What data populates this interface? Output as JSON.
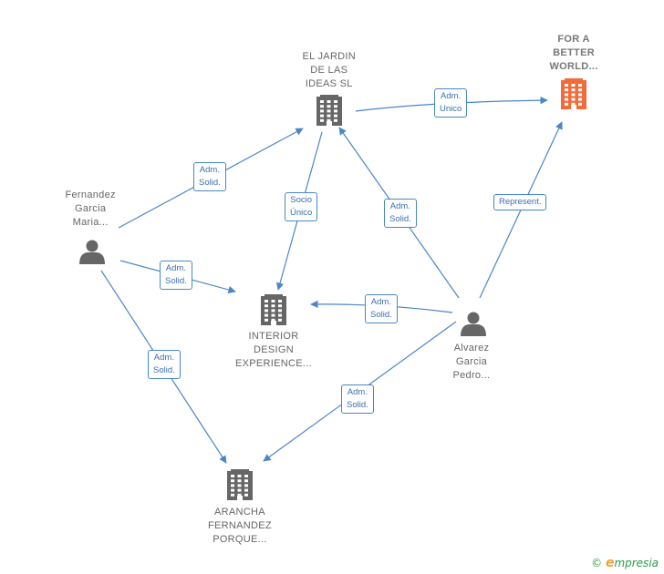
{
  "colors": {
    "edge": "#4a86c8",
    "node": "#666666",
    "highlight": "#f26b3a"
  },
  "nodes": [
    {
      "id": "el_jardin",
      "type": "company",
      "icon": "building-icon",
      "lines": [
        "EL JARDIN",
        "DE LAS",
        "IDEAS  SL"
      ],
      "highlight": false
    },
    {
      "id": "for_a_better",
      "type": "company",
      "icon": "building-icon",
      "lines": [
        "FOR A",
        "BETTER",
        "WORLD..."
      ],
      "highlight": true
    },
    {
      "id": "fernandez",
      "type": "person",
      "icon": "person-icon",
      "lines": [
        "Fernandez",
        "Garcia",
        "Maria..."
      ],
      "highlight": false
    },
    {
      "id": "interior",
      "type": "company",
      "icon": "building-icon",
      "lines": [
        "INTERIOR",
        "DESIGN",
        "EXPERIENCE..."
      ],
      "highlight": false
    },
    {
      "id": "alvarez",
      "type": "person",
      "icon": "person-icon",
      "lines": [
        "Alvarez",
        "Garcia",
        "Pedro..."
      ],
      "highlight": false
    },
    {
      "id": "arancha",
      "type": "company",
      "icon": "building-icon",
      "lines": [
        "ARANCHA",
        "FERNANDEZ",
        "PORQUE..."
      ],
      "highlight": false
    }
  ],
  "edges": [
    {
      "from": "el_jardin",
      "to": "for_a_better",
      "lines": [
        "Adm.",
        "Unico"
      ]
    },
    {
      "from": "fernandez",
      "to": "el_jardin",
      "lines": [
        "Adm.",
        "Solid."
      ]
    },
    {
      "from": "el_jardin",
      "to": "interior",
      "lines": [
        "Socio",
        "Único"
      ]
    },
    {
      "from": "alvarez",
      "to": "el_jardin",
      "lines": [
        "Adm.",
        "Solid."
      ]
    },
    {
      "from": "alvarez",
      "to": "for_a_better",
      "lines": [
        "Represent."
      ]
    },
    {
      "from": "fernandez",
      "to": "interior",
      "lines": [
        "Adm.",
        "Solid."
      ]
    },
    {
      "from": "alvarez",
      "to": "interior",
      "lines": [
        "Adm.",
        "Solid."
      ]
    },
    {
      "from": "fernandez",
      "to": "arancha",
      "lines": [
        "Adm.",
        "Solid."
      ]
    },
    {
      "from": "alvarez",
      "to": "arancha",
      "lines": [
        "Adm.",
        "Solid."
      ]
    }
  ],
  "brand": {
    "symbol": "©",
    "initial": "e",
    "rest": "mpresia"
  }
}
